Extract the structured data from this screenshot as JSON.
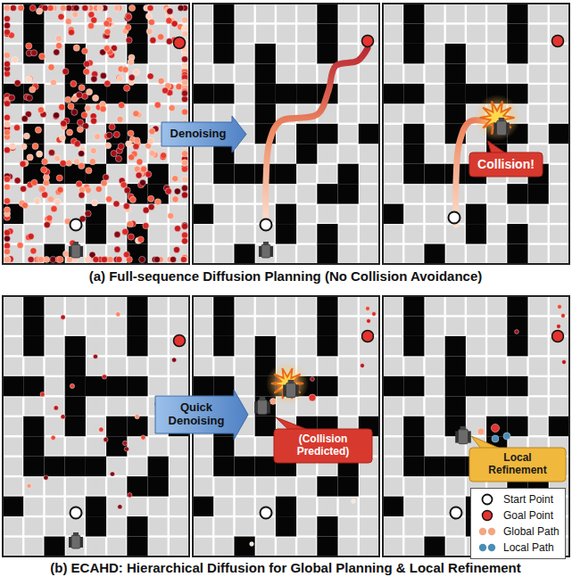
{
  "diagram": {
    "nodes": [
      {
        "text": [
          "Denoising"
        ]
      },
      {
        "text": [
          "Collision!"
        ]
      },
      {
        "text": [
          "Quick Denoising"
        ]
      },
      {
        "text": [
          "(Collision Predicted)"
        ]
      },
      {
        "text": [
          "Local Refinement"
        ]
      }
    ],
    "labels": [
      "(a) Full-sequence Diffusion Planning (No Collision Avoidance)",
      "(b) ECAHD: Hierarchical Diffusion for Global Planning & Local Refinement"
    ],
    "legend": [
      {
        "text": "Start Point"
      },
      {
        "text": "Goal Point",
        "color": "#e3342f"
      },
      {
        "text": "Global Path",
        "color": "#f4a582"
      },
      {
        "text": "Local Path",
        "color": "#4a8db5"
      }
    ]
  }
}
